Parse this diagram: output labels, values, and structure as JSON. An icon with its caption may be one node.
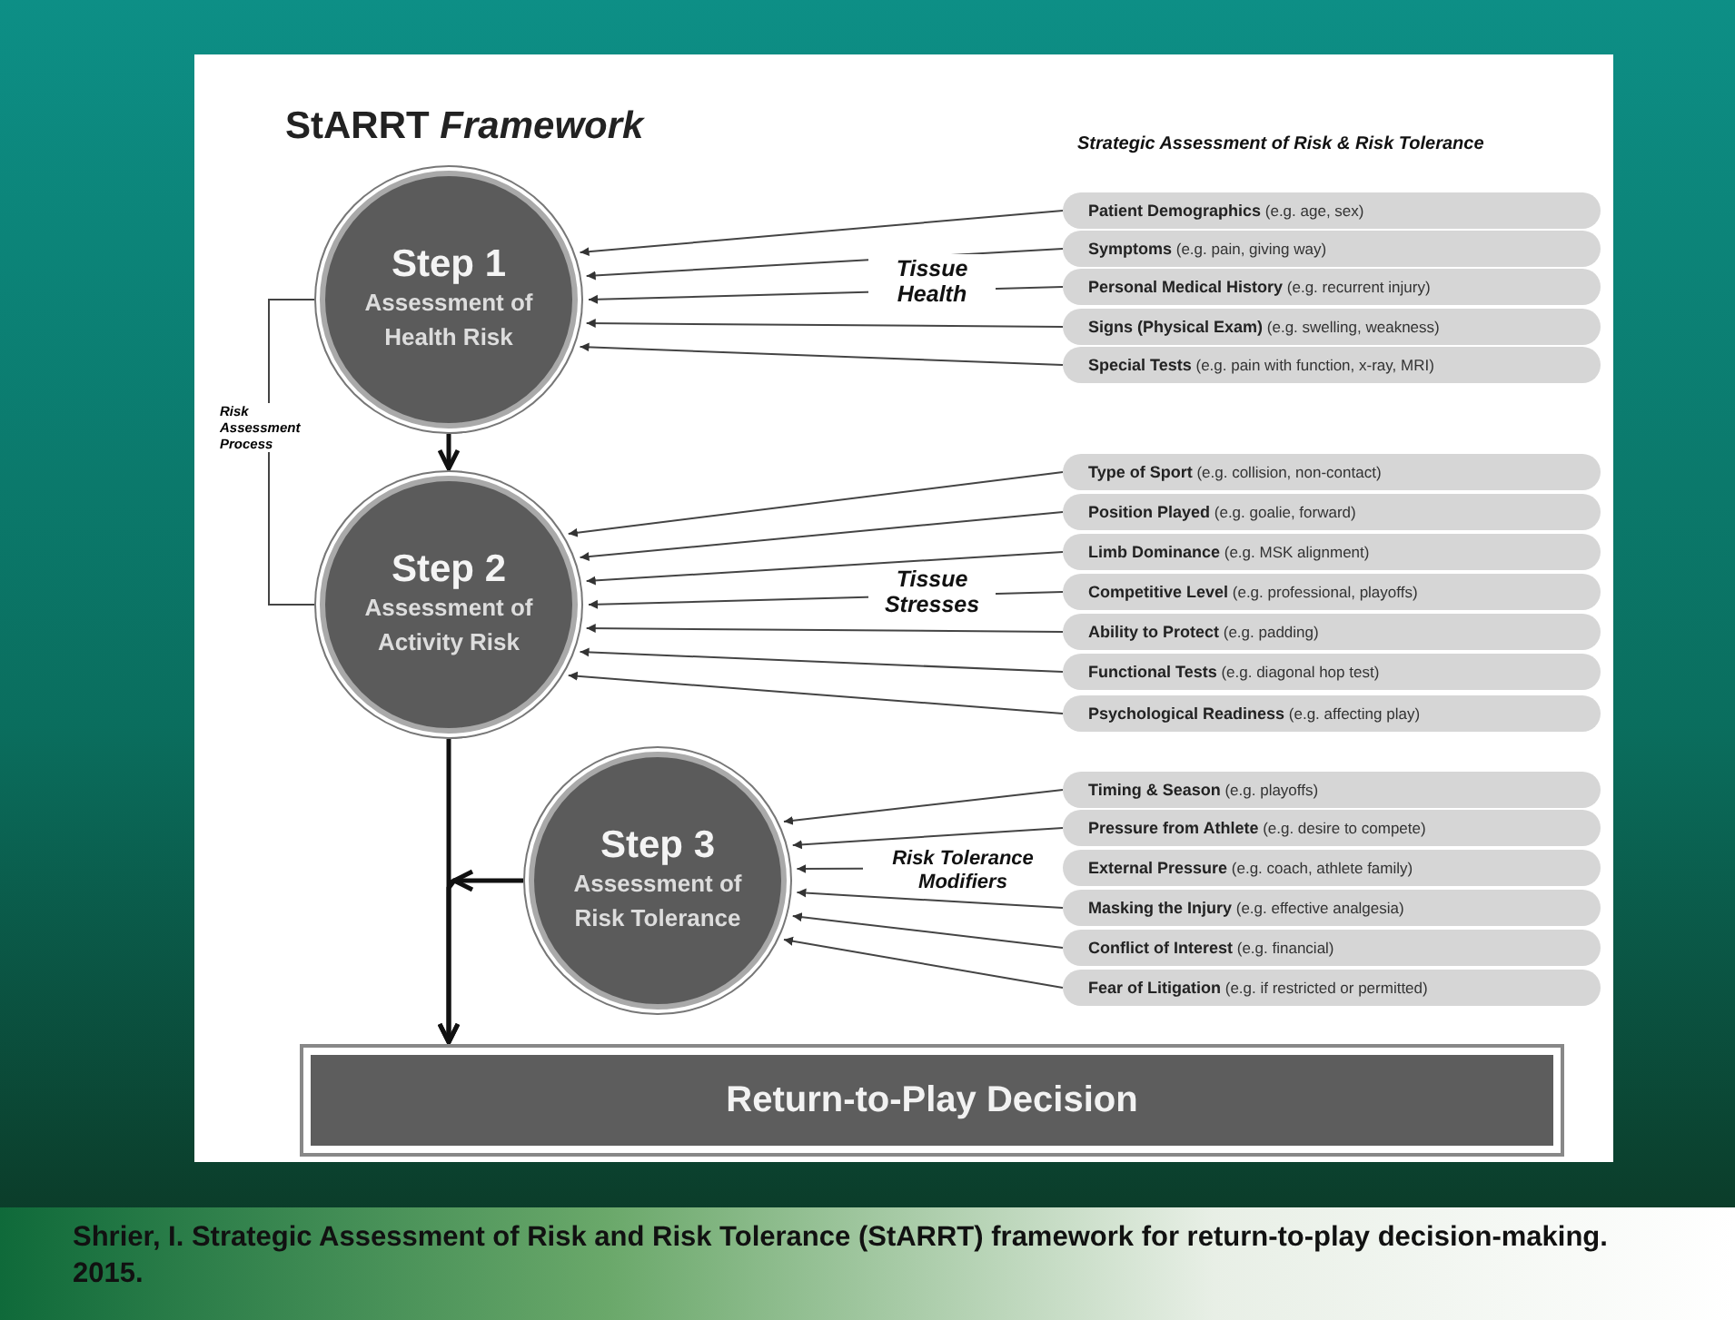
{
  "diagram": {
    "title": "StARRT *Framework*",
    "caption": "Shrier, I. Strategic Assessment of Risk and Risk Tolerance (StARRT) framework for return-to-play decision-making. 2015.",
    "nodes": [
      {
        "text": [
          "Step 1",
          "Assessment of Health Risk"
        ]
      },
      {
        "text": [
          "Step 2",
          "Assessment of Activity Risk"
        ]
      },
      {
        "text": [
          "Step 3",
          "Assessment of Risk Tolerance"
        ]
      },
      {
        "text": [
          "Return-to-Play Decision"
        ]
      },
      {
        "text": [
          "**Patient Demographics** (e.g. age, sex)"
        ]
      },
      {
        "text": [
          "**Symptoms** (e.g. pain, giving way)"
        ]
      },
      {
        "text": [
          "**Personal Medical History** (e.g. recurrent injury)"
        ]
      },
      {
        "text": [
          "**Signs (Physical Exam)** (e.g. swelling, weakness)"
        ]
      },
      {
        "text": [
          "**Special Tests** (e.g. pain with function, x-ray, MRI)"
        ]
      },
      {
        "text": [
          "**Type of Sport** (e.g. collision, non-contact)"
        ]
      },
      {
        "text": [
          "**Position Played** (e.g. goalie, forward)"
        ]
      },
      {
        "text": [
          "**Limb Dominance** (e.g. MSK alignment)"
        ]
      },
      {
        "text": [
          "**Competitive Level** (e.g. professional, playoffs)"
        ]
      },
      {
        "text": [
          "**Ability to Protect** (e.g. padding)"
        ]
      },
      {
        "text": [
          "**Functional Tests** (e.g. diagonal hop test)"
        ]
      },
      {
        "text": [
          "**Psychological Readiness** (e.g. affecting play)"
        ]
      },
      {
        "text": [
          "**Timing & Season** (e.g. playoffs)"
        ]
      },
      {
        "text": [
          "**Pressure from Athlete** (e.g. desire to compete)"
        ]
      },
      {
        "text": [
          "**External Pressure** (e.g. coach, athlete family)"
        ]
      },
      {
        "text": [
          "**Masking the Injury** (e.g. effective analgesia)"
        ]
      },
      {
        "text": [
          "**Conflict of Interest** (e.g. financial)"
        ]
      },
      {
        "text": [
          "**Fear of Litigation** (e.g. if restricted or permitted)"
        ]
      }
    ],
    "edges": [
      {
        "from": 4,
        "to": 0,
        "arrow": "to"
      },
      {
        "from": 5,
        "to": 0,
        "arrow": "to"
      },
      {
        "from": 6,
        "to": 0,
        "arrow": "to"
      },
      {
        "from": 7,
        "to": 0,
        "arrow": "to"
      },
      {
        "from": 8,
        "to": 0,
        "arrow": "to"
      },
      {
        "from": 9,
        "to": 1,
        "arrow": "to"
      },
      {
        "from": 10,
        "to": 1,
        "arrow": "to"
      },
      {
        "from": 11,
        "to": 1,
        "arrow": "to"
      },
      {
        "from": 12,
        "to": 1,
        "arrow": "to"
      },
      {
        "from": 13,
        "to": 1,
        "arrow": "to"
      },
      {
        "from": 14,
        "to": 1,
        "arrow": "to"
      },
      {
        "from": 15,
        "to": 1,
        "arrow": "to"
      },
      {
        "from": 16,
        "to": 2,
        "arrow": "to"
      },
      {
        "from": 17,
        "to": 2,
        "arrow": "to"
      },
      {
        "from": 18,
        "to": 2,
        "arrow": "to"
      },
      {
        "from": 19,
        "to": 2,
        "arrow": "to"
      },
      {
        "from": 20,
        "to": 2,
        "arrow": "to"
      },
      {
        "from": 21,
        "to": 2,
        "arrow": "to"
      },
      {
        "from": 0,
        "to": 1,
        "arrow": "to",
        "style": "thick"
      },
      {
        "from": 1,
        "to": 3,
        "arrow": "to",
        "style": "thick"
      },
      {
        "from": 2,
        "to": 3,
        "arrow": "to",
        "style": "thick"
      },
      {
        "from": 0,
        "to": 1,
        "arrow": "none",
        "label": "Risk Assessment Process"
      }
    ],
    "labels": [
      "Strategic Assessment of Risk & Risk Tolerance",
      "Tissue Health",
      "Tissue Stresses",
      "Risk Tolerance Modifiers"
    ]
  }
}
